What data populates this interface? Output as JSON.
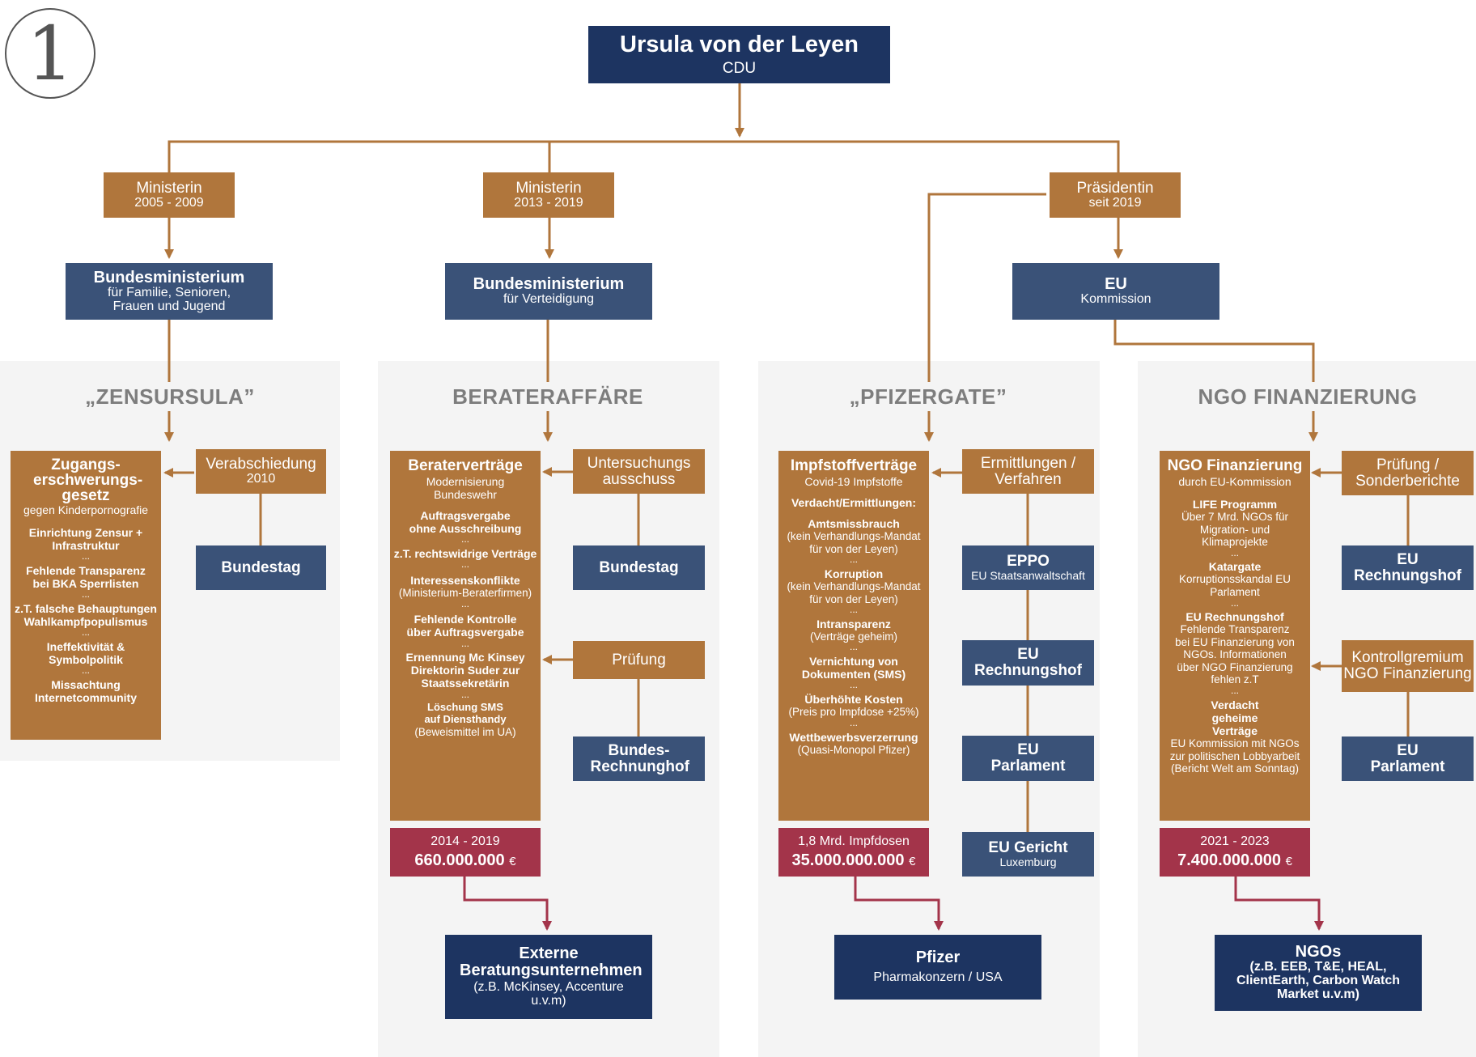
{
  "badge": "1",
  "top": {
    "name": "Ursula von der Leyen",
    "party": "CDU"
  },
  "roles": [
    {
      "title": "Ministerin",
      "period": "2005 - 2009"
    },
    {
      "title": "Ministerin",
      "period": "2013 - 2019"
    },
    {
      "title": "Präsidentin",
      "period": "seit 2019"
    }
  ],
  "institutions": [
    {
      "name": "Bundesministerium",
      "sub": "für Familie, Senioren, Frauen und Jugend"
    },
    {
      "name": "Bundesministerium",
      "sub": "für Verteidigung"
    },
    {
      "name": "EU",
      "sub": "Kommission"
    }
  ],
  "sections": [
    {
      "title": "„ZENSURSULA”",
      "main": {
        "title": "Zugangs-erschwerungs-gesetz",
        "subtitle": "gegen Kinderpornografie",
        "items": [
          "Einrichtung Zensur + Infrastruktur",
          "Fehlende Transparenz bei BKA Sperrlisten",
          "z.T. falsche Behauptungen Wahlkampfpopulismus",
          "Ineffektivität & Symbolpolitik",
          "Missachtung Internetcommunity"
        ]
      },
      "side": [
        {
          "title": "Verabschiedung",
          "sub": "2010"
        },
        {
          "title": "Bundestag"
        }
      ]
    },
    {
      "title": "BERATERAFFÄRE",
      "main": {
        "title": "Beraterverträge",
        "subtitle": "Modernisierung Bundeswehr",
        "items": [
          "Auftragsvergabe ohne Ausschreibung",
          "z.T. rechtswidrige Verträge",
          "Interessenskonflikte",
          "Fehlende Kontrolle über Auftragsvergabe",
          "Ernennung Mc Kinsey Direktorin Suder zur Staatssekretärin",
          "Löschung SMS auf Diensthandy"
        ],
        "notes": [
          "(Ministerium-Beraterfirmen)",
          "(Beweismittel im UA)"
        ]
      },
      "side": [
        {
          "title": "Untersuchungs ausschuss"
        },
        {
          "title": "Bundestag"
        },
        {
          "title": "Prüfung"
        },
        {
          "title": "Bundes-Rechnunghof"
        }
      ],
      "amount": {
        "label": "2014 - 2019",
        "value": "660.000.000",
        "currency": "€"
      },
      "recipient": {
        "title": "Externe Beratungsunternehmen",
        "sub": "(z.B. McKinsey, Accenture u.v.m)"
      }
    },
    {
      "title": "„PFIZERGATE”",
      "main": {
        "title": "Impfstoffverträge",
        "subtitle": "Covid-19 Impfstoffe",
        "header": "Verdacht/Ermittlungen:",
        "items": [
          "Amtsmissbrauch",
          "Korruption",
          "Intransparenz",
          "Vernichtung von Dokumenten (SMS)",
          "Überhöhte Kosten",
          "Wettbewerbsverzerrung"
        ],
        "notes": [
          "(kein Verhandlungs-Mandat für von der Leyen)",
          "(kein Verhandlungs-Mandat für von der Leyen)",
          "(Verträge geheim)",
          "(Preis pro Impfdose +25%)",
          "(Quasi-Monopol Pfizer)"
        ]
      },
      "side": [
        {
          "title": "Ermittlungen / Verfahren"
        },
        {
          "title": "EPPO",
          "sub": "EU Staatsanwaltschaft"
        },
        {
          "title": "EU Rechnungshof"
        },
        {
          "title": "EU Parlament"
        },
        {
          "title": "EU Gericht",
          "sub": "Luxemburg"
        }
      ],
      "amount": {
        "label": "1,8 Mrd. Impfdosen",
        "value": "35.000.000.000",
        "currency": "€"
      },
      "recipient": {
        "title": "Pfizer",
        "sub": "Pharmakonzern / USA"
      }
    },
    {
      "title": "NGO FINANZIERUNG",
      "main": {
        "title": "NGO Finanzierung",
        "subtitle": "durch EU-Kommission",
        "items": [
          "LIFE Programm",
          "Katargate",
          "EU Rechnungshof",
          "Verdacht geheime Verträge"
        ],
        "notes": [
          "Über 7 Mrd. NGOs für Migration- und Klimaprojekte",
          "Korruptionsskandal EU Parlament",
          "Fehlende Transparenz bei EU Finanzierung von NGOs. Informationen über NGO Finanzierung fehlen z.T",
          "EU Kommission mit NGOs zur politischen Lobbyarbeit (Bericht Welt am Sonntag)"
        ]
      },
      "side": [
        {
          "title": "Prüfung / Sonderberichte"
        },
        {
          "title": "EU Rechnungshof"
        },
        {
          "title": "Kontrollgremium NGO Finanzierung"
        },
        {
          "title": "EU Parlament"
        }
      ],
      "amount": {
        "label": "2021 - 2023",
        "value": "7.400.000.000",
        "currency": "€"
      },
      "recipient": {
        "title": "NGOs",
        "sub": "(z.B. EEB, T&E, HEAL, ClientEarth, Carbon Watch Market u.v.m)"
      }
    }
  ],
  "colors": {
    "navy": "#1d3461",
    "slate": "#3a5278",
    "brown": "#b0763c",
    "red": "#a3344a",
    "panel": "#f4f4f4",
    "title_gray": "#7d7d7d"
  }
}
